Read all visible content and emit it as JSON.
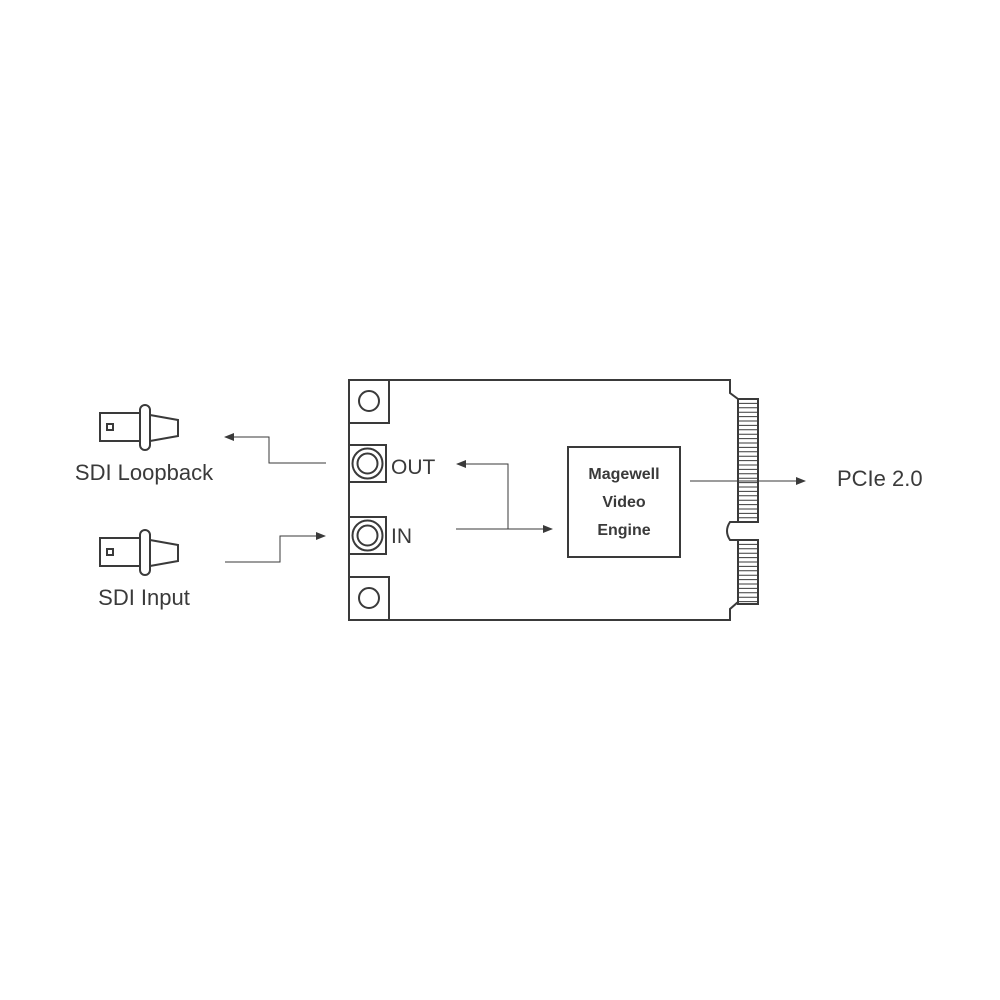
{
  "labels": {
    "loopback": "SDI Loopback",
    "input": "SDI Input",
    "out_port": "OUT",
    "in_port": "IN",
    "engine_line1": "Magewell",
    "engine_line2": "Video",
    "engine_line3": "Engine",
    "pcie": "PCIe 2.0"
  },
  "colors": {
    "line": "#3a3a3a",
    "background": "#ffffff"
  }
}
